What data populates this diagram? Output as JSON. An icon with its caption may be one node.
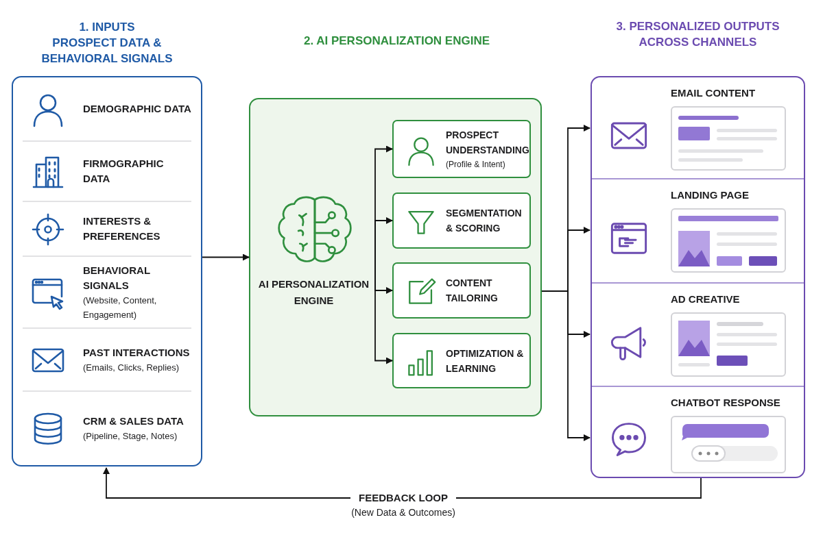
{
  "diagram": {
    "nodes": [
      {
        "text": [
          "1. INPUTS",
          "PROSPECT DATA & BEHAVIORAL SIGNALS"
        ]
      },
      {
        "text": [
          "DEMOGRAPHIC DATA"
        ],
        "in": 0
      },
      {
        "text": [
          "FIRMOGRAPHIC DATA"
        ],
        "in": 0
      },
      {
        "text": [
          "INTERESTS & PREFERENCES"
        ],
        "in": 0
      },
      {
        "text": [
          "BEHAVIORAL SIGNALS",
          "(Website, Content, Engagement)"
        ],
        "in": 0
      },
      {
        "text": [
          "PAST INTERACTIONS",
          "(Emails, Clicks, Replies)"
        ],
        "in": 0
      },
      {
        "text": [
          "CRM & SALES DATA",
          "(Pipeline, Stage, Notes)"
        ],
        "in": 0
      },
      {
        "text": [
          "2. AI PERSONALIZATION ENGINE",
          "AI PERSONALIZATION ENGINE"
        ]
      },
      {
        "text": [
          "PROSPECT UNDERSTANDING",
          "(Profile & Intent)"
        ],
        "in": 7
      },
      {
        "text": [
          "SEGMENTATION & SCORING"
        ],
        "in": 7
      },
      {
        "text": [
          "CONTENT TAILORING"
        ],
        "in": 7
      },
      {
        "text": [
          "OPTIMIZATION & LEARNING"
        ],
        "in": 7
      },
      {
        "text": [
          "3. PERSONALIZED OUTPUTS ACROSS CHANNELS"
        ]
      },
      {
        "text": [
          "EMAIL CONTENT"
        ],
        "in": 12
      },
      {
        "text": [
          "LANDING PAGE"
        ],
        "in": 12
      },
      {
        "text": [
          "AD CREATIVE"
        ],
        "in": 12
      },
      {
        "text": [
          "CHATBOT RESPONSE"
        ],
        "in": 12
      }
    ],
    "edges": [
      {
        "from": 0,
        "to": 7,
        "arrow": "to"
      },
      {
        "from": 7,
        "to": 8,
        "arrow": "to"
      },
      {
        "from": 7,
        "to": 9,
        "arrow": "to"
      },
      {
        "from": 7,
        "to": 10,
        "arrow": "to"
      },
      {
        "from": 7,
        "to": 11,
        "arrow": "to"
      },
      {
        "from": 7,
        "to": 13,
        "arrow": "to"
      },
      {
        "from": 7,
        "to": 14,
        "arrow": "to"
      },
      {
        "from": 7,
        "to": 15,
        "arrow": "to"
      },
      {
        "from": 7,
        "to": 16,
        "arrow": "to"
      },
      {
        "from": 12,
        "to": 0,
        "arrow": "to",
        "label": "FEEDBACK LOOP"
      }
    ],
    "labels": [
      "(New Data & Outcomes)"
    ]
  }
}
